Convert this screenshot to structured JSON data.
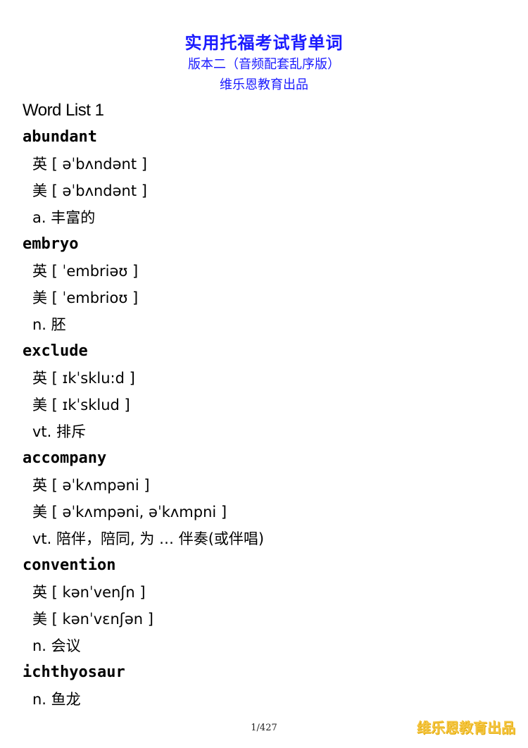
{
  "header": {
    "title": "实用托福考试背单词",
    "subtitle": "版本二（音频配套乱序版）",
    "publisher": "维乐恩教育出品"
  },
  "list_title": "Word List 1",
  "entries": [
    {
      "word": "abundant",
      "lines": [
        "英 [ əˈbʌndənt ]",
        "美 [ əˈbʌndənt ]",
        "a. 丰富的"
      ]
    },
    {
      "word": "embryo",
      "lines": [
        "英 [ ˈembriəʊ ]",
        "美 [ ˈembrioʊ ]",
        "n. 胚"
      ]
    },
    {
      "word": "exclude",
      "lines": [
        "英 [ ɪkˈsklu:d ]",
        "美 [ ɪkˈsklud ]",
        "vt. 排斥"
      ]
    },
    {
      "word": "accompany",
      "lines": [
        "英 [ əˈkʌmpəni ]",
        "美 [ əˈkʌmpəni, əˈkʌmpni ]",
        "vt. 陪伴，陪同, 为 … 伴奏(或伴唱)"
      ]
    },
    {
      "word": "convention",
      "lines": [
        "英 [ kənˈvenʃn ]",
        "美 [ kənˈvɛnʃən ]",
        "n. 会议"
      ]
    },
    {
      "word": "ichthyosaur",
      "lines": [
        "n. 鱼龙"
      ]
    }
  ],
  "footer": {
    "page": "1/427",
    "watermark": "维乐恩教育出品"
  },
  "colors": {
    "header_blue": "#1a1aff",
    "watermark_yellow": "#f5c542"
  }
}
